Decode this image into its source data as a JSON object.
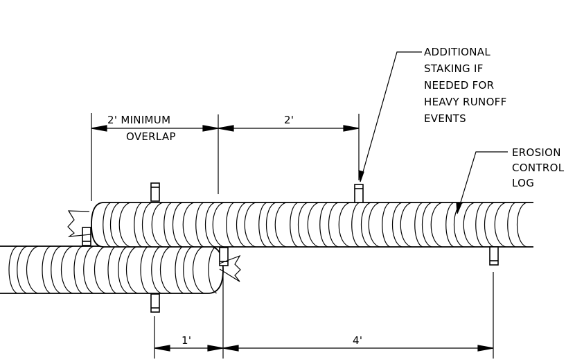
{
  "labels": {
    "overlap_line1": "2' MINIMUM",
    "overlap_line2": "OVERLAP",
    "spacing_top": "2'",
    "staking_lines": [
      "ADDITIONAL",
      "STAKING IF",
      "NEEDED FOR",
      "HEAVY RUNOFF",
      "EVENTS"
    ],
    "log_lines": [
      "EROSION",
      "CONTROL",
      "LOG"
    ],
    "offset_bottom": "1'",
    "spacing_bottom": "4'"
  }
}
